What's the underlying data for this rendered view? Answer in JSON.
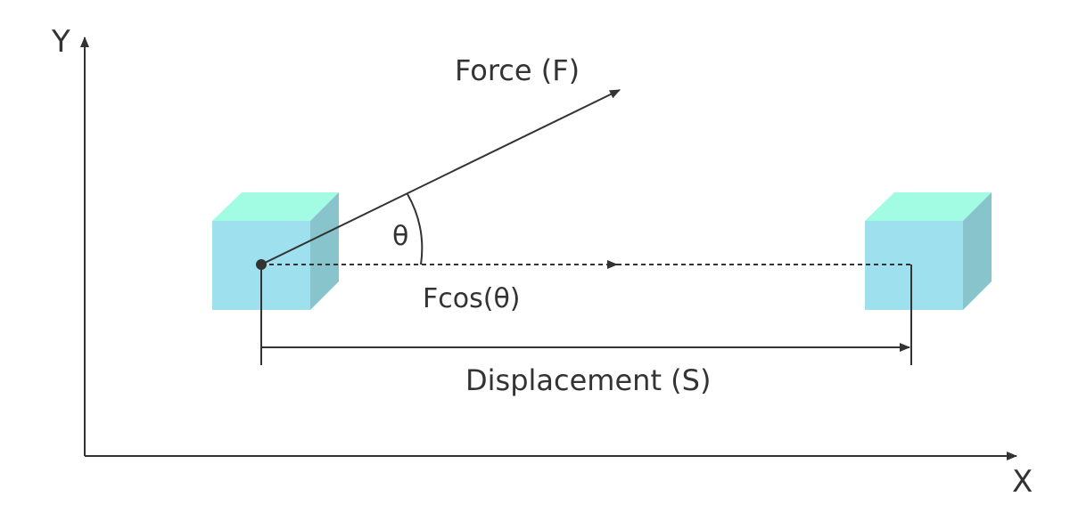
{
  "labels": {
    "y_axis": "Y",
    "x_axis": "X",
    "force": "Force (F)",
    "theta": "θ",
    "component": "Fcos(θ)",
    "displacement": "Displacement (S)"
  },
  "colors": {
    "cube_front": "#9ee0ee",
    "cube_top": "#a2fce4",
    "cube_side": "#88c4cc",
    "line": "#333333"
  }
}
